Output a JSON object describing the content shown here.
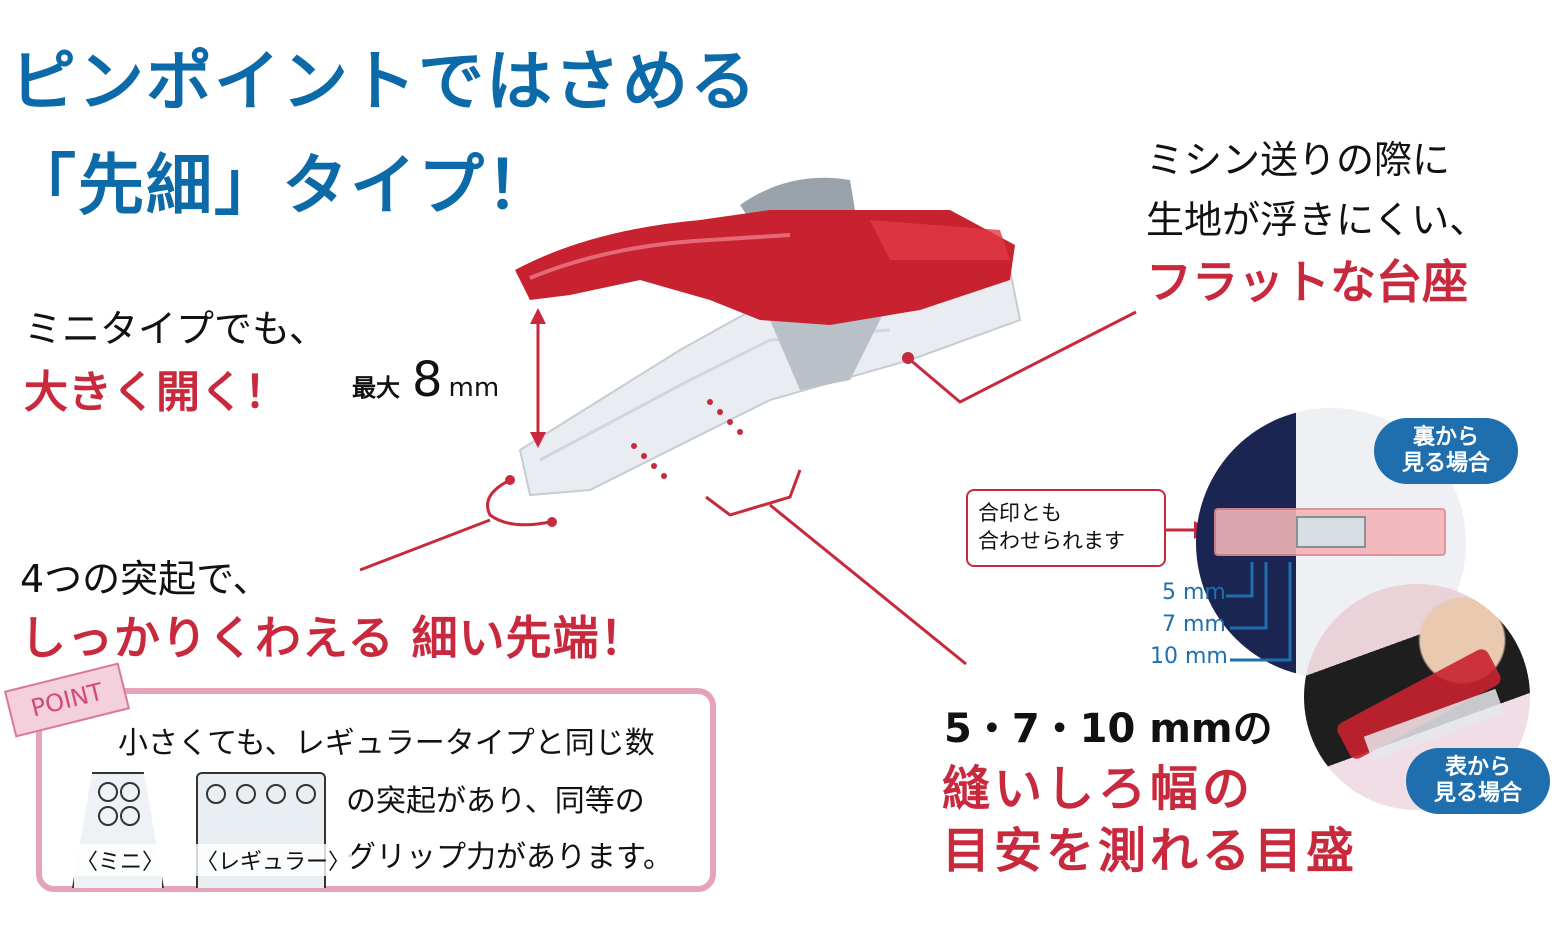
{
  "headline": {
    "line1": "ピンポイントではさめる",
    "line2": "「先細」タイプ！",
    "color": "#0d6aa8"
  },
  "features": {
    "opening": {
      "line1": "ミニタイプでも、",
      "line2": "大きく開く！",
      "max_label": "最大",
      "max_value": "8",
      "max_unit": "mm"
    },
    "flat_base": {
      "line1": "ミシン送りの際に",
      "line2": "生地が浮きにくい、",
      "line3": "フラットな台座"
    },
    "tip": {
      "line1": "4つの突起で、",
      "line2": "しっかりくわえる 細い先端！"
    },
    "scale": {
      "line1": "5・7・10 mmの",
      "line2": "縫いしろ幅の",
      "line3": "目安を測れる目盛"
    }
  },
  "point": {
    "tag": "POINT",
    "text_line1": "小さくても、レギュラータイプと同じ数",
    "text_line2": "の突起があり、同等の",
    "text_line3": "グリップ力があります。",
    "mini_label": "〈ミニ〉",
    "regular_label": "〈レギュラー〉"
  },
  "photos": {
    "back_pill": {
      "line1": "裏から",
      "line2": "見る場合"
    },
    "front_pill": {
      "line1": "表から",
      "line2": "見る場合"
    },
    "callout": {
      "line1": "合印とも",
      "line2": "合わせられます"
    },
    "scale_labels": [
      "5 mm",
      "7 mm",
      "10 mm"
    ]
  },
  "colors": {
    "accent_red": "#c9293d",
    "accent_blue": "#1f6fae",
    "point_pink": "#e6a3b8"
  }
}
